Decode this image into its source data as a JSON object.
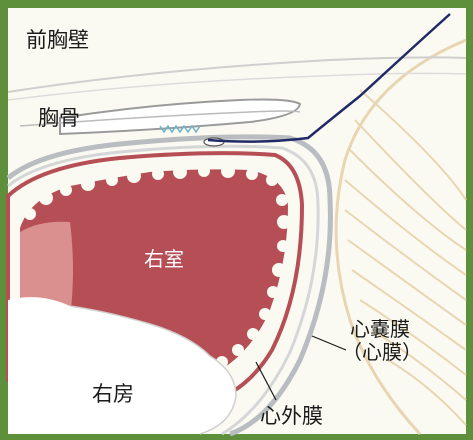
{
  "labels": {
    "anterior_chest_wall": "前胸壁",
    "sternum": "胸骨",
    "right_ventricle": "右室",
    "pericardial_sac_line1": "心嚢膜",
    "pericardial_sac_line2": "（心膜）",
    "right_atrium": "右房",
    "epicardium": "心外膜"
  },
  "colors": {
    "frame_green": "#5e8f3a",
    "background_cream": "#fbfaf2",
    "myocardium_red": "#b64f55",
    "atrial_pink": "#d9908e",
    "pericardium_gray": "#b9bcc0",
    "muscle_tan": "#e8d6b2",
    "needle_navy": "#1f2a66",
    "spring_blue": "#6fb3c8"
  }
}
